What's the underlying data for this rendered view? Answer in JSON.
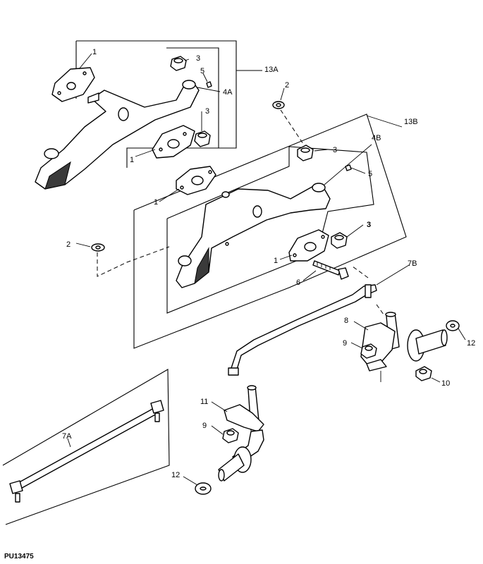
{
  "figure_id": "PU13475",
  "callouts": {
    "c1a": "1",
    "c1b": "1",
    "c1c": "1",
    "c1d": "1",
    "c2a": "2",
    "c2b": "2",
    "c3a": "3",
    "c3b": "3",
    "c3c": "3",
    "c3d": "3",
    "c4a": "4A",
    "c4b": "4B",
    "c5a": "5",
    "c5b": "5",
    "c6": "6",
    "c7a": "7A",
    "c7b": "7B",
    "c8": "8",
    "c9a": "9",
    "c9b": "9",
    "c10": "10",
    "c11": "11",
    "c12a": "12",
    "c12b": "12",
    "c13a": "13A",
    "c13b": "13B"
  }
}
